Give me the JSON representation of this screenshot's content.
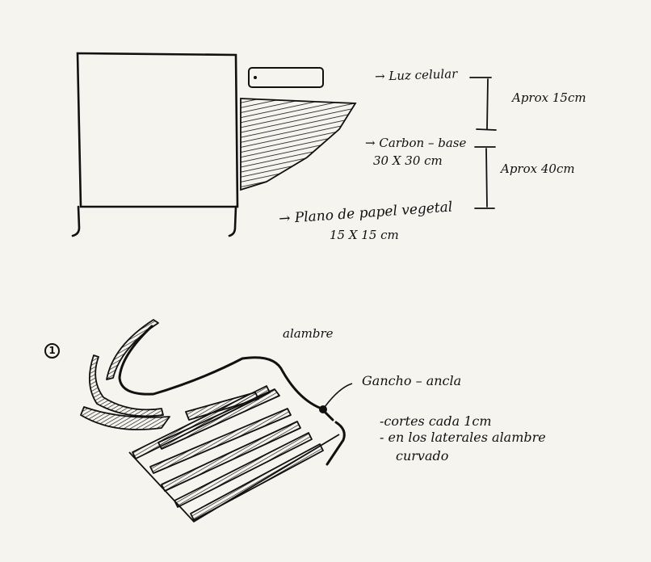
{
  "diagram1": {
    "luz": "→ Luz celular",
    "carbon": "→ Carbon – base",
    "carbon_size": "30 X 30 cm",
    "aprox_15": "Aprox 15cm",
    "aprox_40": "Aprox 40cm",
    "plano": "→ Plano de papel vegetal",
    "plano_size": "15 X 15 cm"
  },
  "diagram2": {
    "number": "1",
    "alambre": "alambre",
    "gancho": "Gancho – ancla",
    "notes": [
      "-cortes cada 1cm",
      "- en los laterales alambre",
      "curvado"
    ]
  },
  "colors": {
    "paper": "#f6f4ef",
    "ink": "#111111"
  }
}
